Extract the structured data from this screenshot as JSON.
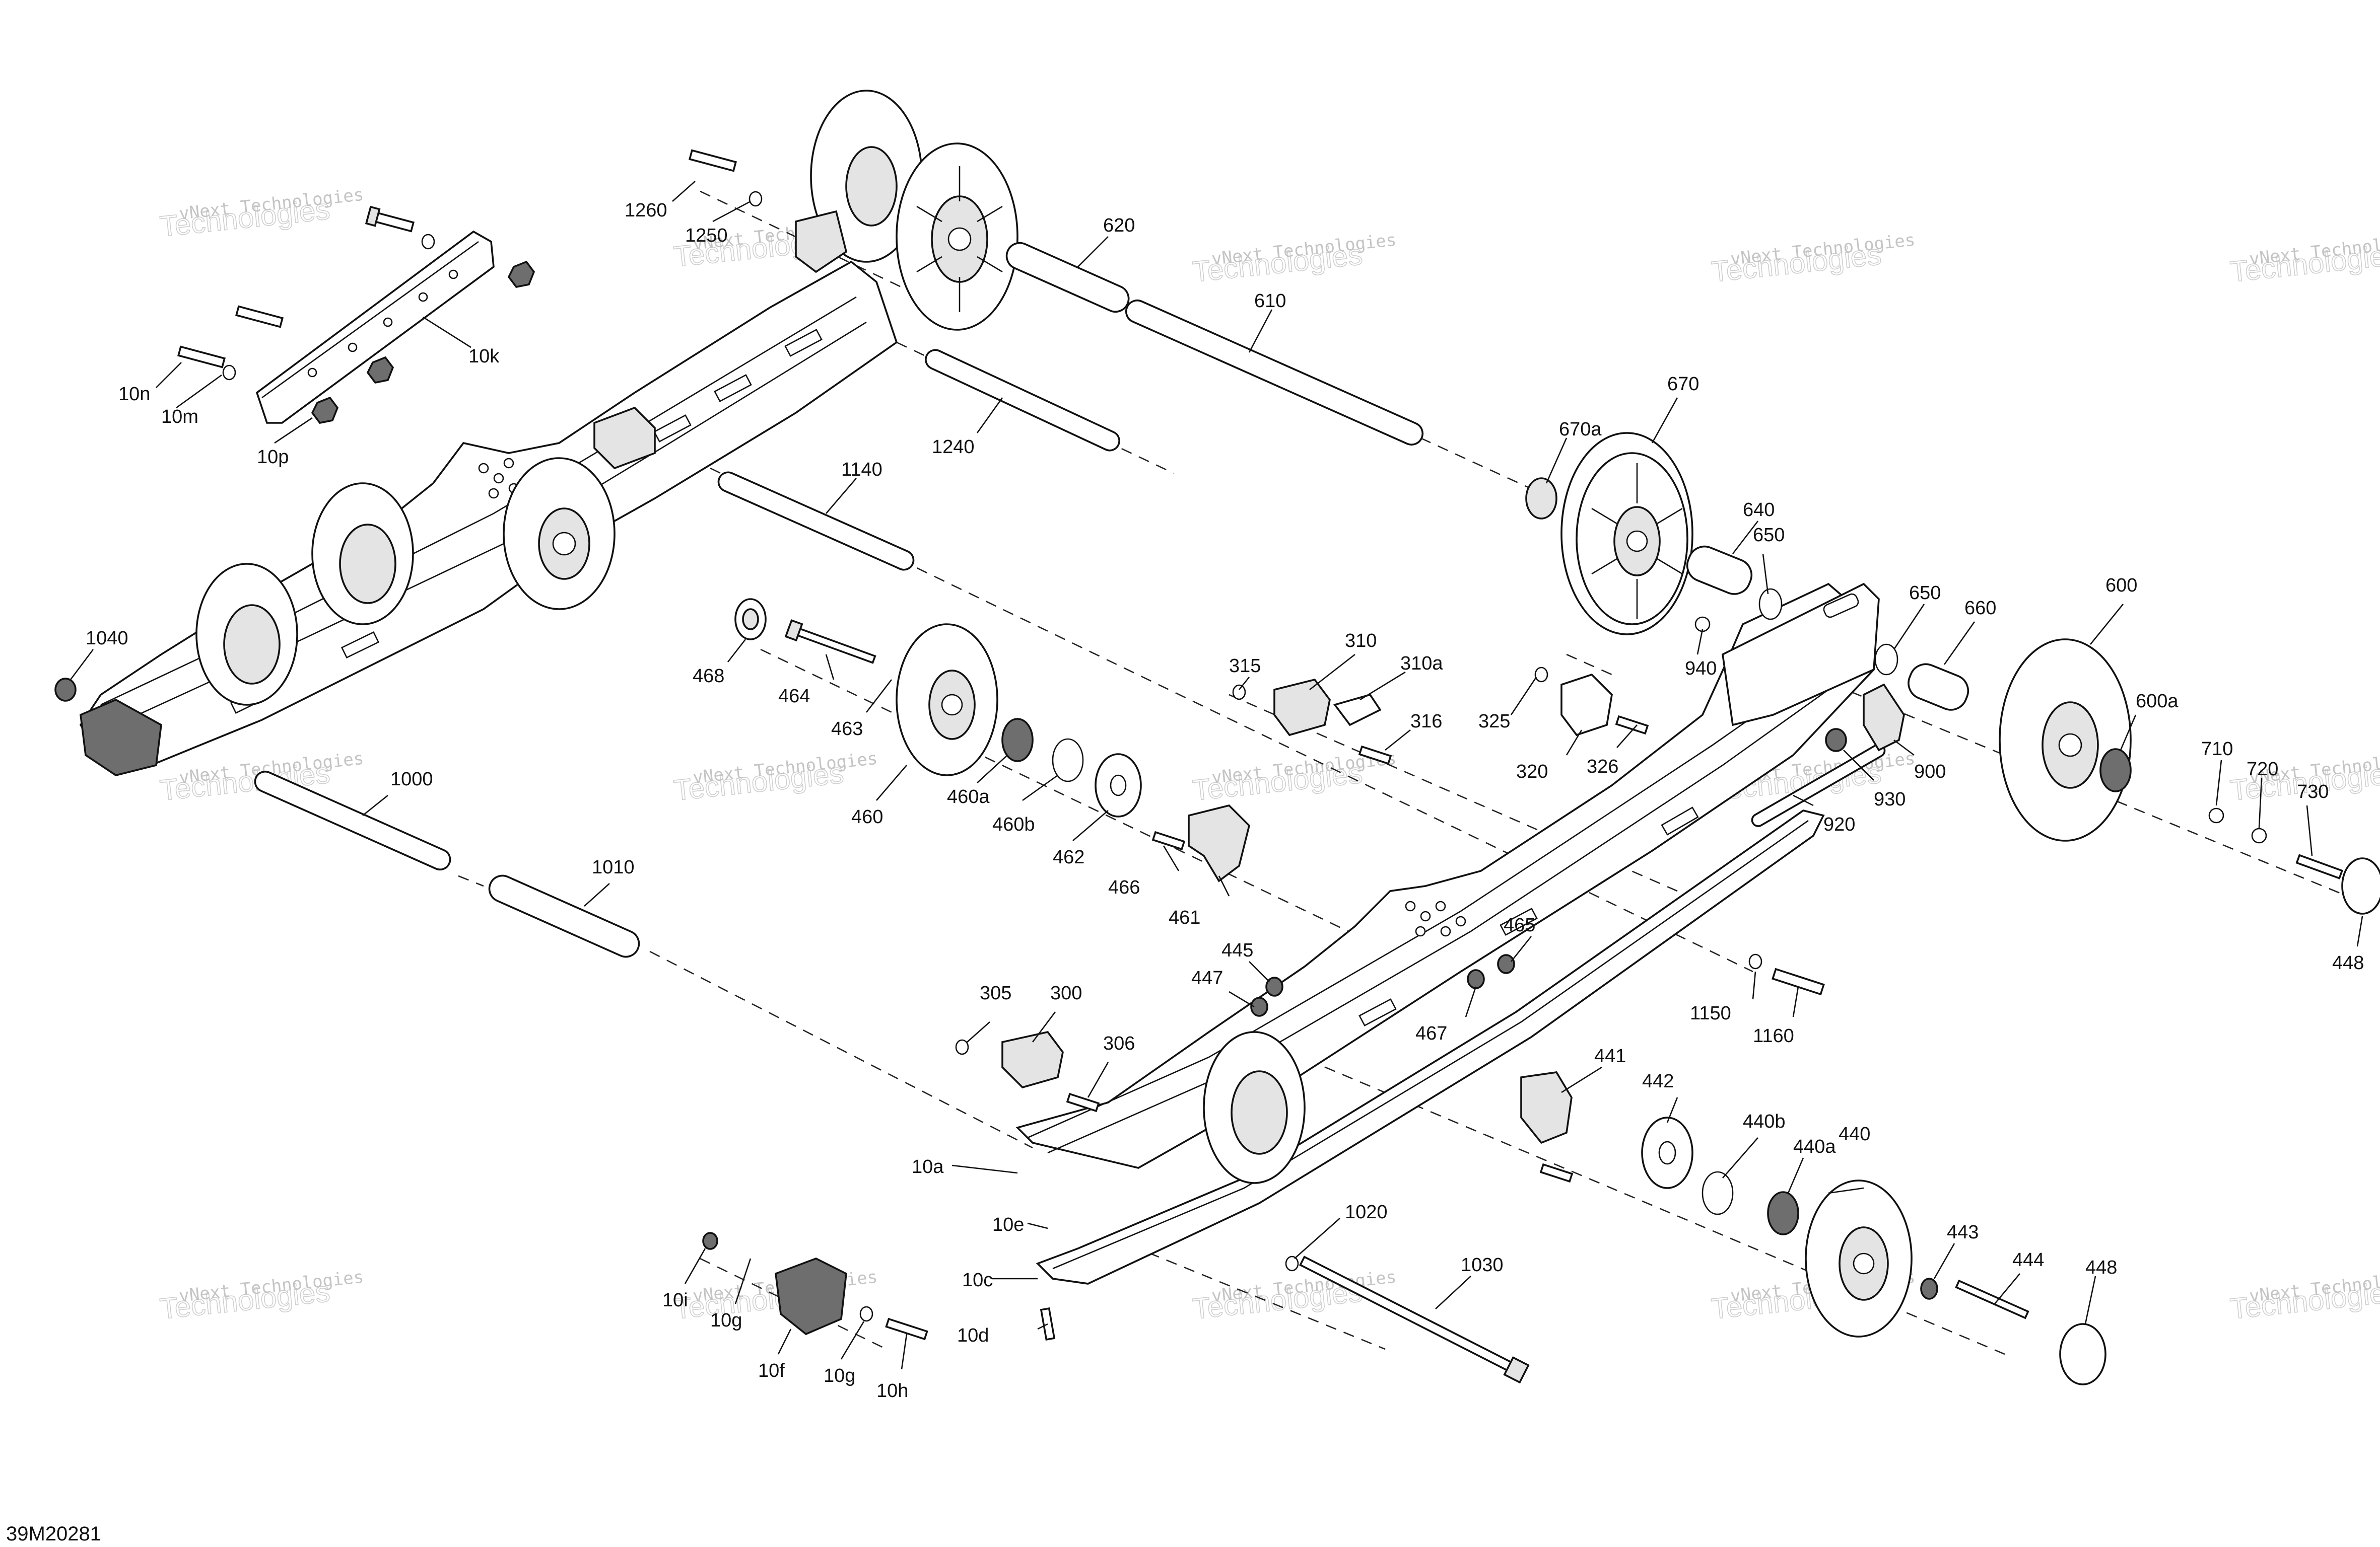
{
  "diagram_code": "39M20281",
  "watermark": {
    "line1": "vNext Technologies",
    "line2": "Technologies"
  },
  "labels": [
    {
      "id": "1260"
    },
    {
      "id": "1250"
    },
    {
      "id": "620"
    },
    {
      "id": "610"
    },
    {
      "id": "10k"
    },
    {
      "id": "10n"
    },
    {
      "id": "10m"
    },
    {
      "id": "10p"
    },
    {
      "id": "1240"
    },
    {
      "id": "1140"
    },
    {
      "id": "670a"
    },
    {
      "id": "670"
    },
    {
      "id": "640"
    },
    {
      "id": "650"
    },
    {
      "id": "650"
    },
    {
      "id": "660"
    },
    {
      "id": "600"
    },
    {
      "id": "600a"
    },
    {
      "id": "940"
    },
    {
      "id": "900"
    },
    {
      "id": "930"
    },
    {
      "id": "920"
    },
    {
      "id": "710"
    },
    {
      "id": "720"
    },
    {
      "id": "730"
    },
    {
      "id": "448"
    },
    {
      "id": "1040"
    },
    {
      "id": "468"
    },
    {
      "id": "464"
    },
    {
      "id": "463"
    },
    {
      "id": "460"
    },
    {
      "id": "460a"
    },
    {
      "id": "460b"
    },
    {
      "id": "462"
    },
    {
      "id": "466"
    },
    {
      "id": "461"
    },
    {
      "id": "315"
    },
    {
      "id": "310"
    },
    {
      "id": "310a"
    },
    {
      "id": "316"
    },
    {
      "id": "325"
    },
    {
      "id": "320"
    },
    {
      "id": "326"
    },
    {
      "id": "1000"
    },
    {
      "id": "1010"
    },
    {
      "id": "445"
    },
    {
      "id": "447"
    },
    {
      "id": "465"
    },
    {
      "id": "467"
    },
    {
      "id": "1150"
    },
    {
      "id": "1160"
    },
    {
      "id": "305"
    },
    {
      "id": "300"
    },
    {
      "id": "306"
    },
    {
      "id": "441"
    },
    {
      "id": "442"
    },
    {
      "id": "440b"
    },
    {
      "id": "440a"
    },
    {
      "id": "440"
    },
    {
      "id": "10a"
    },
    {
      "id": "10e"
    },
    {
      "id": "1020"
    },
    {
      "id": "10c"
    },
    {
      "id": "10d"
    },
    {
      "id": "1030"
    },
    {
      "id": "443"
    },
    {
      "id": "444"
    },
    {
      "id": "448"
    },
    {
      "id": "10i"
    },
    {
      "id": "10g"
    },
    {
      "id": "10f"
    },
    {
      "id": "10g"
    },
    {
      "id": "10h"
    }
  ]
}
